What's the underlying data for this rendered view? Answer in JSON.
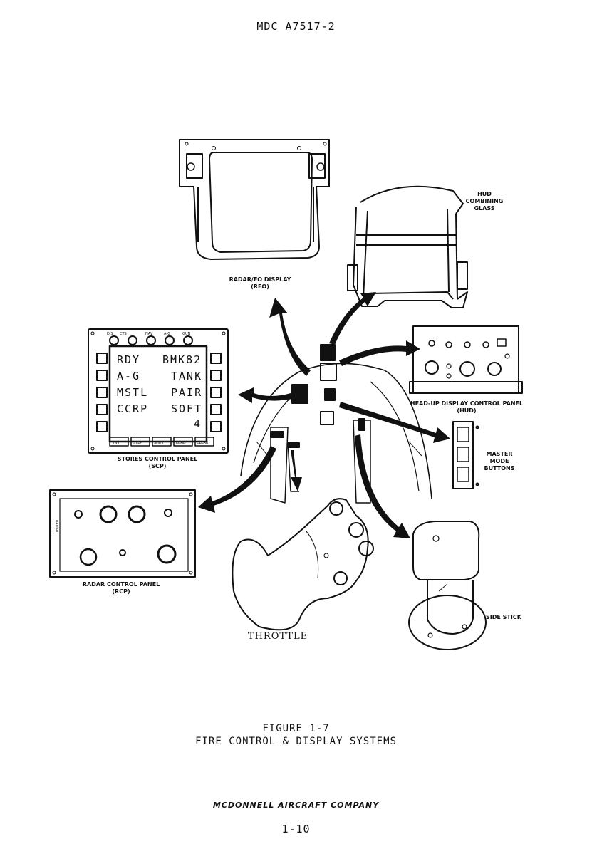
{
  "header": {
    "doc_id": "MDC A7517-2"
  },
  "figure": {
    "labels": {
      "reo": "RADAR/EO DISPLAY\n(REO)",
      "hud_glass": "HUD\nCOMBINING\nGLASS",
      "hud_panel": "HEAD-UP DISPLAY CONTROL PANEL\n(HUD)",
      "master_mode": "MASTER MODE\nBUTTONS",
      "scp": "STORES CONTROL PANEL\n(SCP)",
      "rcp": "RADAR CONTROL PANEL\n(RCP)",
      "throttle": "THROTTLE",
      "side_stick": "SIDE STICK"
    },
    "scp_display": {
      "left_col": [
        "RDY",
        "A-G",
        "MSTL",
        "CCRP"
      ],
      "right_col": [
        "BMK82",
        "TANK",
        "PAIR",
        "SOFT",
        "4"
      ],
      "top_keys": [
        "DIS",
        "CTS",
        "NAV",
        "A-G",
        "GUN"
      ],
      "bottom_keys": [
        "INV",
        "STEP",
        "SHIFT",
        "LOAD",
        "CLEAR"
      ]
    },
    "rcp_side_text": "RADAR"
  },
  "caption": {
    "line1": "FIGURE 1-7",
    "line2": "FIRE CONTROL & DISPLAY SYSTEMS"
  },
  "footer": {
    "company": "MCDONNELL AIRCRAFT COMPANY",
    "page_number": "1-10"
  }
}
